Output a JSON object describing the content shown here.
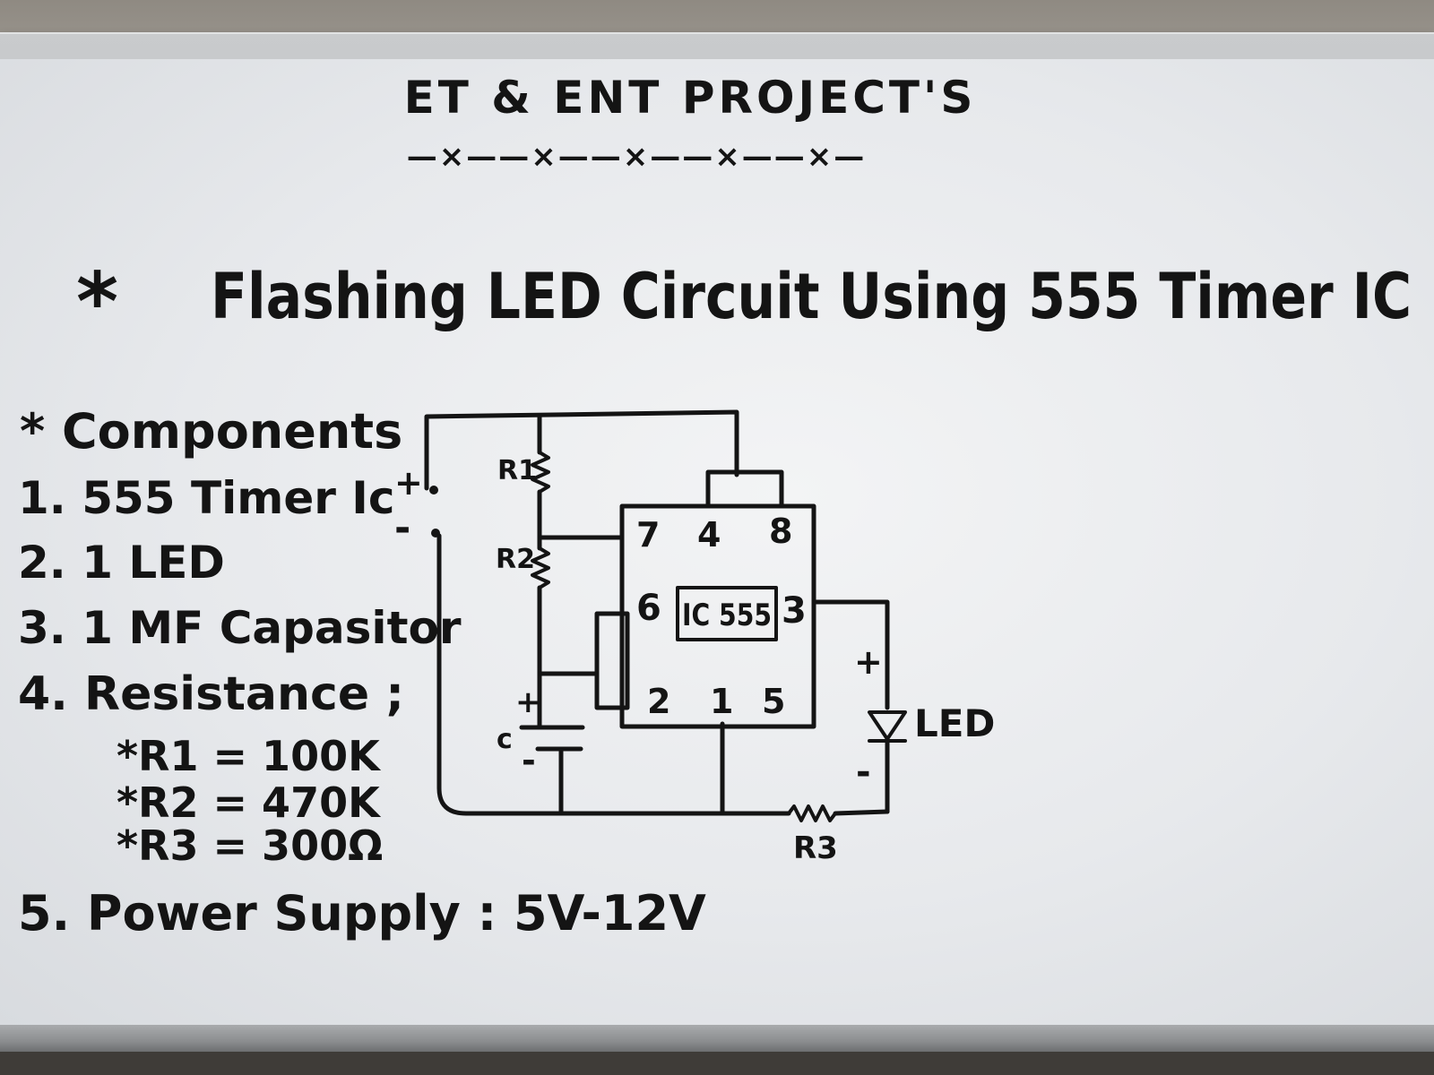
{
  "header": {
    "title": "ET & ENT PROJECT'S",
    "divider": "—×——×——×——×——×—"
  },
  "main_title": {
    "bullet": "*",
    "text": "Flashing LED Circuit Using 555 Timer IC"
  },
  "components": {
    "heading": "* Components",
    "items": [
      "1. 555 Timer Ic",
      "2. 1 LED",
      "3. 1 MF Capasitor",
      "4. Resistance ;"
    ],
    "resistors": [
      "*R1 = 100K",
      "*R2 = 470K",
      "*R3 = 300Ω"
    ],
    "power": "5. Power Supply : 5V-12V"
  },
  "circuit": {
    "ic_label": "IC 555",
    "pins_top": [
      "7",
      "4",
      "8"
    ],
    "pin_left": "6",
    "pin_right": "3",
    "pins_bottom": [
      "2",
      "1",
      "5"
    ],
    "r1": "R1",
    "r2": "R2",
    "r3": "R3",
    "capacitor": "c",
    "led": "LED",
    "plus": "+",
    "minus": "-"
  },
  "colors": {
    "ink": "#141414",
    "board": "#e9ebee",
    "frame": "#b8babc"
  }
}
